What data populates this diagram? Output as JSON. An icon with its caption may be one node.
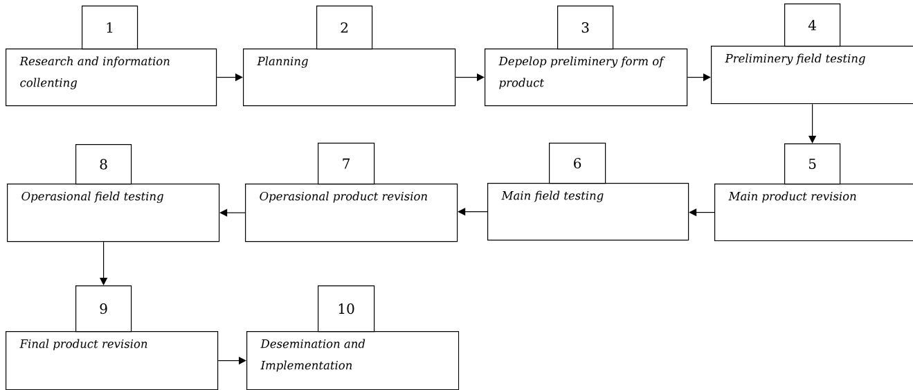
{
  "diagram": {
    "nodes": [
      {
        "text": [
          "1"
        ]
      },
      {
        "text": [
          "Research and information collenting"
        ]
      },
      {
        "text": [
          "2"
        ]
      },
      {
        "text": [
          "Planning"
        ]
      },
      {
        "text": [
          "3"
        ]
      },
      {
        "text": [
          "Depelop preliminery form of product"
        ]
      },
      {
        "text": [
          "4"
        ]
      },
      {
        "text": [
          "Preliminery field testing"
        ]
      },
      {
        "text": [
          "5"
        ]
      },
      {
        "text": [
          "Main product revision"
        ]
      },
      {
        "text": [
          "6"
        ]
      },
      {
        "text": [
          "Main field testing"
        ]
      },
      {
        "text": [
          "7"
        ]
      },
      {
        "text": [
          "Operasional product revision"
        ]
      },
      {
        "text": [
          "8"
        ]
      },
      {
        "text": [
          "Operasional field testing"
        ]
      },
      {
        "text": [
          "9"
        ]
      },
      {
        "text": [
          "Final product revision"
        ]
      },
      {
        "text": [
          "10"
        ]
      },
      {
        "text": [
          "Desemination and Implementation"
        ]
      }
    ],
    "edges": [
      {
        "from": 1,
        "to": 3,
        "arrow": "to"
      },
      {
        "from": 3,
        "to": 5,
        "arrow": "to"
      },
      {
        "from": 5,
        "to": 7,
        "arrow": "to"
      },
      {
        "from": 7,
        "to": 8,
        "arrow": "to"
      },
      {
        "from": 9,
        "to": 11,
        "arrow": "to"
      },
      {
        "from": 11,
        "to": 13,
        "arrow": "to"
      },
      {
        "from": 13,
        "to": 15,
        "arrow": "to"
      },
      {
        "from": 15,
        "to": 16,
        "arrow": "to"
      },
      {
        "from": 17,
        "to": 19,
        "arrow": "to"
      }
    ]
  }
}
